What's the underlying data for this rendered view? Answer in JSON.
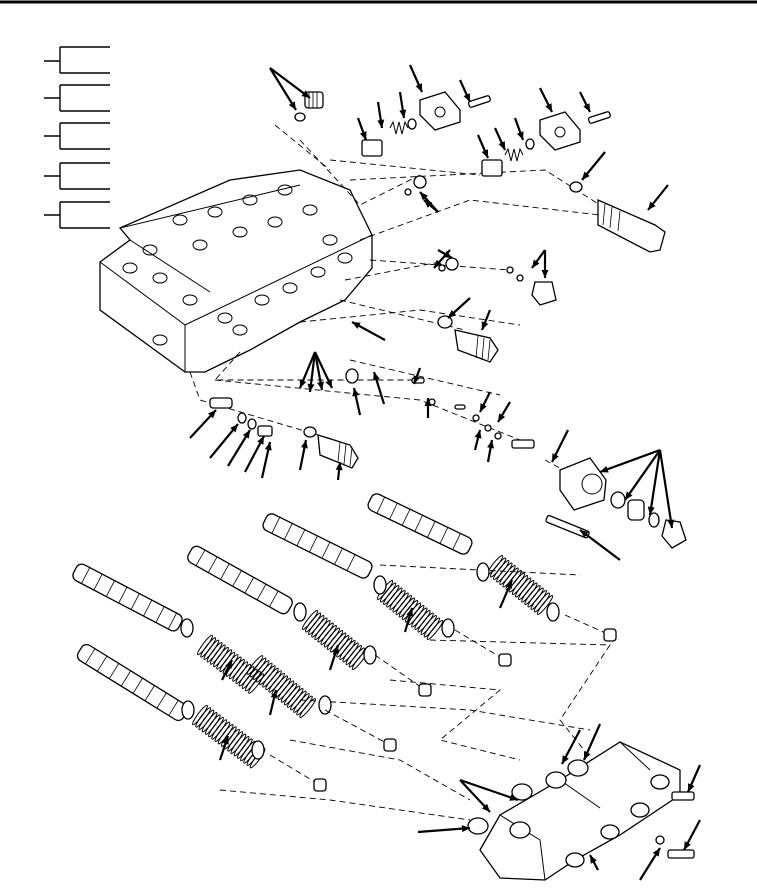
{
  "diagram": {
    "kind": "exploded-parts-illustration",
    "line_color": "#000000",
    "background": "#ffffff",
    "legend_brackets": 5,
    "callout_arrow_count": 56
  }
}
